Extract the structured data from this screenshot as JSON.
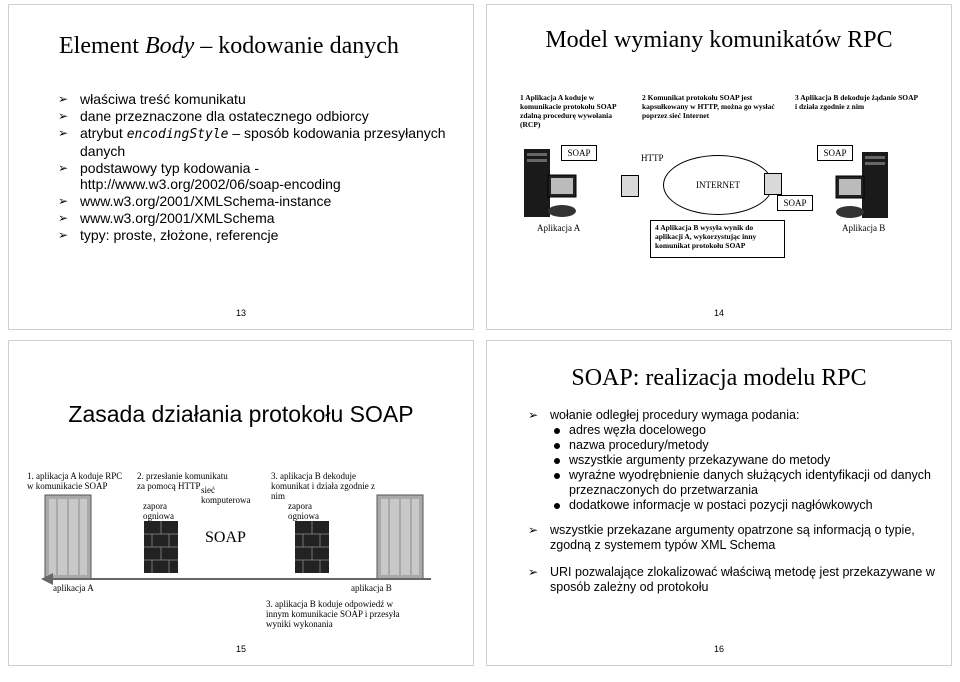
{
  "slide13": {
    "title_part1": "Element ",
    "title_italic": "Body",
    "title_part2": " – kodowanie danych",
    "bullets": [
      "właściwa treść komunikatu",
      "dane przeznaczone dla ostatecznego odbiorcy",
      "sposób kodowania przesyłanych danych",
      "podstawowy typ kodowania - http://www.w3.org/2002/06/soap-encoding",
      "www.w3.org/2001/XMLSchema-instance",
      "www.w3.org/2001/XMLSchema",
      "typy: proste, złożone, referencje"
    ],
    "bullet3_prefix": "atrybut ",
    "bullet3_code": "encodingStyle",
    "bullet3_dash": " – ",
    "page_number": "13"
  },
  "slide14": {
    "title": "Model wymiany komunikatów RPC",
    "step1": "1 Aplikacja A koduje w komunikacie protokołu SOAP zdalną procedurę wywołania (RCP)",
    "step2": "2 Komunikat protokołu SOAP jest kapsułkowany w HTTP, można go wysłać poprzez sieć Internet",
    "step3": "3 Aplikacja B dekoduje żądanie SOAP i działa zgodnie z nim",
    "step4": "4 Aplikacja B wysyła wynik do aplikacji A, wykorzystując inny komunikat protokołu SOAP",
    "soap_label": "SOAP",
    "http_label": "HTTP",
    "internet_label": "INTERNET",
    "app_a": "Aplikacja A",
    "app_b": "Aplikacja B",
    "page_number": "14"
  },
  "slide15": {
    "title": "Zasada działania protokołu SOAP",
    "step1": "1. aplikacja A koduje RPC w komunikacie SOAP",
    "step2": "2. przesłanie komunikatu za pomocą HTTP",
    "step3": "3. aplikacja B dekoduje komunikat i działa zgodnie z nim",
    "step4": "3. aplikacja B koduje odpowiedź w innym komunikacie SOAP i przesyła wyniki wykonania",
    "network": "sieć komputerowa",
    "firewall1": "zapora ogniowa",
    "firewall2": "zapora ogniowa",
    "soap_label": "SOAP",
    "app_a": "aplikacja A",
    "app_b": "aplikacja B",
    "page_number": "15"
  },
  "slide16": {
    "title": "SOAP: realizacja modelu RPC",
    "b1": "wołanie odległej procedury wymaga podania:",
    "sub": [
      "adres węzła docelowego",
      "nazwa procedury/metody",
      "wszystkie argumenty przekazywane do metody",
      "wyraźne wyodrębnienie danych służących identyfikacji od danych przeznaczonych do przetwarzania",
      "dodatkowe informacje w postaci pozycji nagłówkowych"
    ],
    "b2": "wszystkie przekazane argumenty opatrzone są informacją o typie, zgodną z systemem typów XML Schema",
    "b3": "URI pozwalające zlokalizować właściwą metodę jest przekazywane w sposób zależny od protokołu",
    "page_number": "16"
  }
}
